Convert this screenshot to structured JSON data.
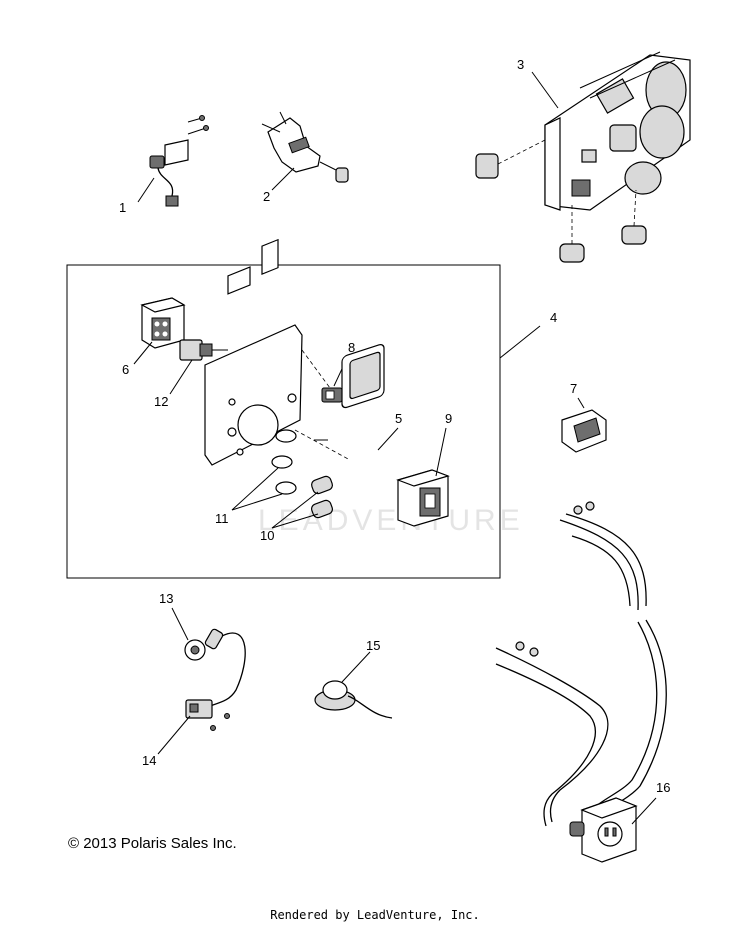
{
  "watermark": "LEADVENTURE",
  "copyright": "© 2013 Polaris Sales Inc.",
  "rendered_by": "Rendered by LeadVenture, Inc.",
  "callouts": [
    "1",
    "2",
    "3",
    "4",
    "5",
    "6",
    "7",
    "8",
    "9",
    "10",
    "11",
    "12",
    "13",
    "14",
    "15",
    "16"
  ]
}
